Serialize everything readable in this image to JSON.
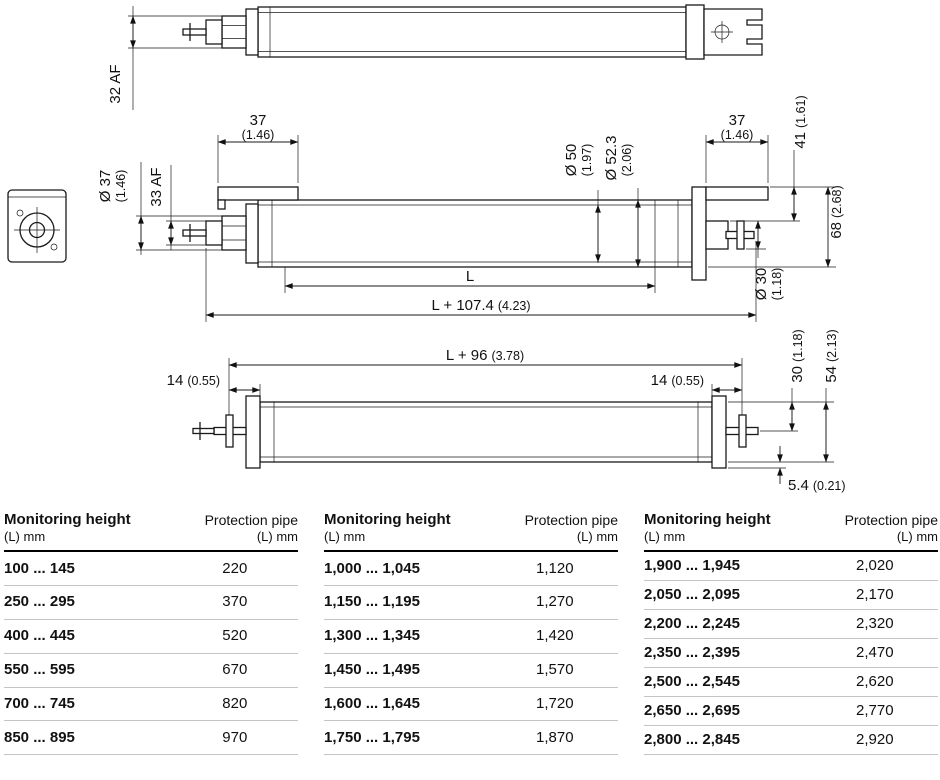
{
  "drawing": {
    "dims": {
      "af32": "32 AF",
      "w37_left": {
        "mm": "37",
        "in": "(1.46)"
      },
      "dia37": {
        "mm": "Ø 37",
        "in": "(1.46)"
      },
      "af33": "33 AF",
      "dia50": {
        "mm": "Ø 50",
        "in": "(1.97)"
      },
      "dia52": {
        "mm": "Ø 52.3",
        "in": "(2.06)"
      },
      "w37_right": {
        "mm": "37",
        "in": "(1.46)"
      },
      "h41": {
        "mm": "41",
        "in": "(1.61)"
      },
      "h68": {
        "mm": "68",
        "in": "(2.68)"
      },
      "dia30": {
        "mm": "Ø 30",
        "in": "(1.18)"
      },
      "len": "L",
      "len_total": {
        "mm": "L + 107.4",
        "in": "(4.23)"
      },
      "len96": {
        "mm": "L + 96",
        "in": "(3.78)"
      },
      "d14_left": {
        "mm": "14",
        "in": "(0.55)"
      },
      "d14_right": {
        "mm": "14",
        "in": "(0.55)"
      },
      "d30": {
        "mm": "30",
        "in": "(1.18)"
      },
      "d54": {
        "mm": "54",
        "in": "(2.13)"
      },
      "d5_4": {
        "mm": "5.4",
        "in": "(0.21)"
      }
    }
  },
  "tables": [
    {
      "header": {
        "col1": "Monitoring height",
        "col1_unit": "(L) mm",
        "col2": "Protection pipe",
        "col2_unit": "(L) mm"
      },
      "rows": [
        {
          "h": "100 ... 145",
          "p": "220"
        },
        {
          "h": "250 ... 295",
          "p": "370"
        },
        {
          "h": "400 ... 445",
          "p": "520"
        },
        {
          "h": "550 ... 595",
          "p": "670"
        },
        {
          "h": "700 ... 745",
          "p": "820"
        },
        {
          "h": "850 ... 895",
          "p": "970"
        }
      ]
    },
    {
      "header": {
        "col1": "Monitoring height",
        "col1_unit": "(L) mm",
        "col2": "Protection pipe",
        "col2_unit": "(L) mm"
      },
      "rows": [
        {
          "h": "1,000 ... 1,045",
          "p": "1,120"
        },
        {
          "h": "1,150 ... 1,195",
          "p": "1,270"
        },
        {
          "h": "1,300 ... 1,345",
          "p": "1,420"
        },
        {
          "h": "1,450 ... 1,495",
          "p": "1,570"
        },
        {
          "h": "1,600 ... 1,645",
          "p": "1,720"
        },
        {
          "h": "1,750 ... 1,795",
          "p": "1,870"
        }
      ]
    },
    {
      "header": {
        "col1": "Monitoring height",
        "col1_unit": "(L) mm",
        "col2": "Protection pipe",
        "col2_unit": "(L) mm"
      },
      "rows": [
        {
          "h": "1,900 ... 1,945",
          "p": "2,020"
        },
        {
          "h": "2,050 ... 2,095",
          "p": "2,170"
        },
        {
          "h": "2,200 ... 2,245",
          "p": "2,320"
        },
        {
          "h": "2,350 ... 2,395",
          "p": "2,470"
        },
        {
          "h": "2,500 ... 2,545",
          "p": "2,620"
        },
        {
          "h": "2,650 ... 2,695",
          "p": "2,770"
        },
        {
          "h": "2,800 ... 2,845",
          "p": "2,920"
        }
      ]
    }
  ]
}
